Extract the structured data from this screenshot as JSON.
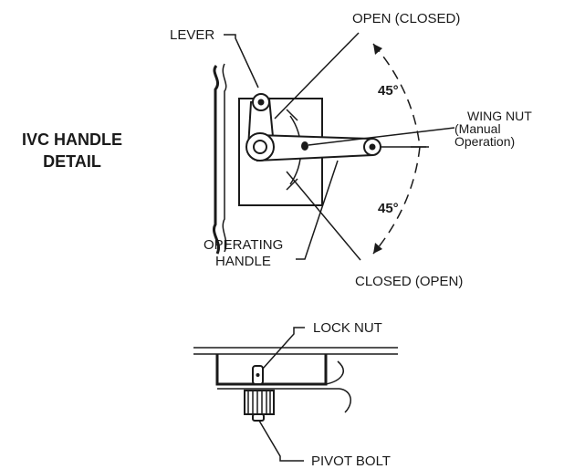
{
  "title": {
    "line1": "IVC HANDLE",
    "line2": "DETAIL"
  },
  "labels": {
    "lever": "LEVER",
    "open_closed": "OPEN (CLOSED)",
    "closed_open": "CLOSED (OPEN)",
    "angle_top": "45°",
    "angle_bottom": "45°",
    "wing_nut_line1": "WING NUT",
    "wing_nut_line2": "(Manual",
    "wing_nut_line3": "Operation)",
    "operating_line1": "OPERATING",
    "operating_line2": "HANDLE",
    "lock_nut": "LOCK NUT",
    "pivot_bolt": "PIVOT BOLT"
  }
}
